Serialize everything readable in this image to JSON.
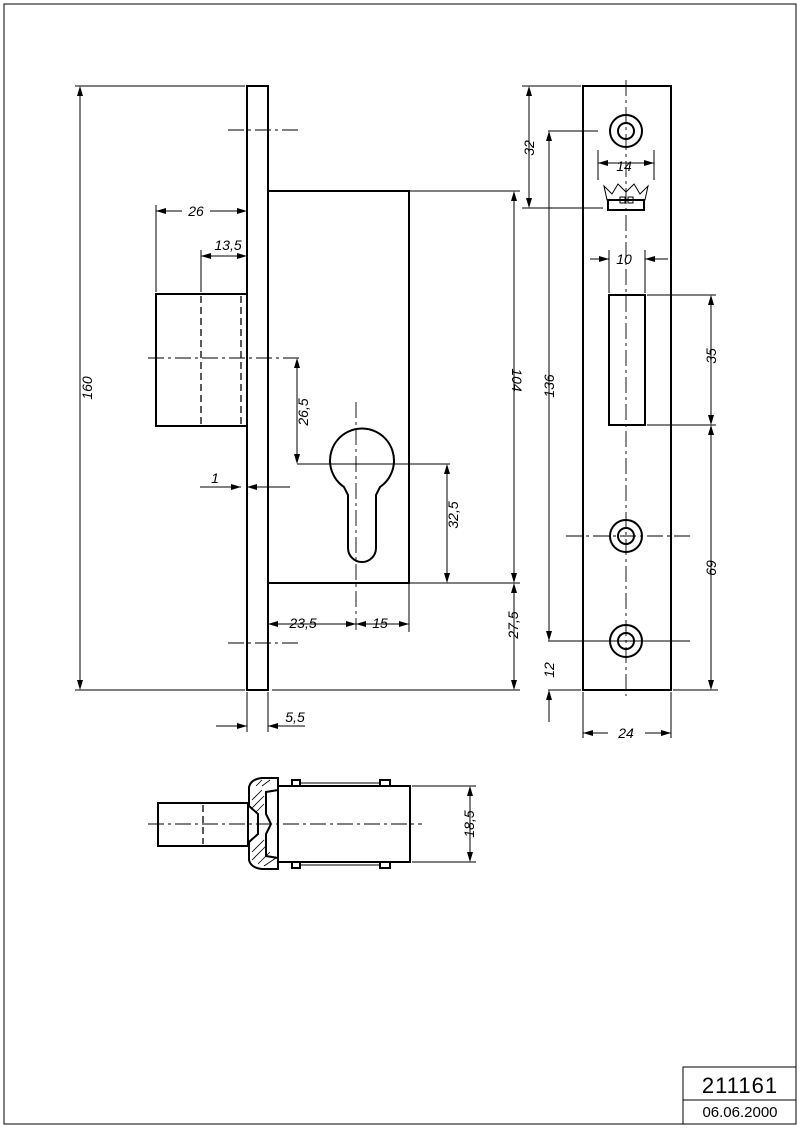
{
  "title_block": {
    "drawing_number": "211161",
    "date": "06.06.2000"
  },
  "dimensions": {
    "overall_height": "160",
    "bolt_throw": "26",
    "bolt_offset": "13,5",
    "faceplate_gap": "1",
    "backset_to_bolt": "26,5",
    "case_height": "104",
    "cylinder_centre": "32,5",
    "bottom_offset": "27,5",
    "backset": "23,5",
    "cylinder_half": "15",
    "faceplate_thickness": "5,5",
    "strike_top": "32",
    "crown_width": "14",
    "strike_slot_width": "10",
    "strike_slot_height": "35",
    "strike_screw_span": "136",
    "strike_lower_span": "69",
    "strike_bottom": "12",
    "strike_width": "24",
    "bolt_diameter": "18,5"
  }
}
